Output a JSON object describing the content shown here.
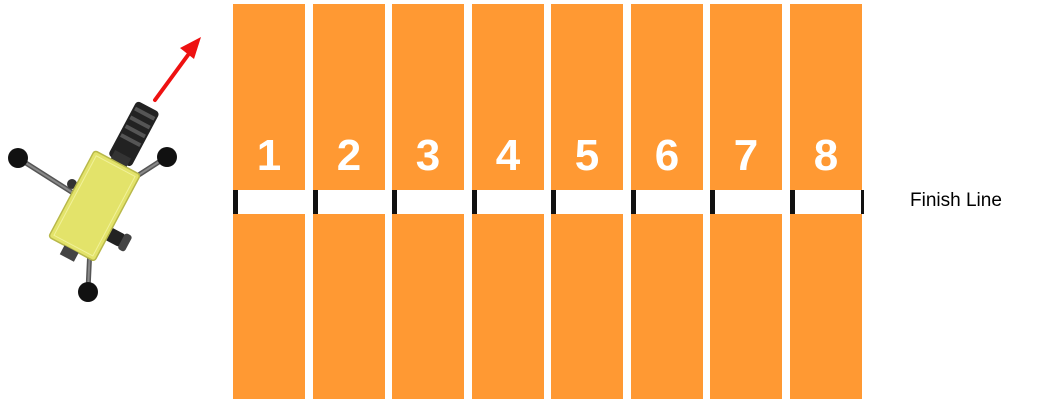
{
  "colors": {
    "lane": "#FF9933",
    "lane_text": "#ffffff",
    "finish_tick": "#111111",
    "arrow": "#EE1111",
    "camera_body": "#E3E36A"
  },
  "lanes": [
    "1",
    "2",
    "3",
    "4",
    "5",
    "6",
    "7",
    "8"
  ],
  "finish": {
    "label": "Finish Line"
  },
  "icons": {
    "camera": "tripod-camera-icon",
    "arrow": "direction-arrow-icon"
  }
}
